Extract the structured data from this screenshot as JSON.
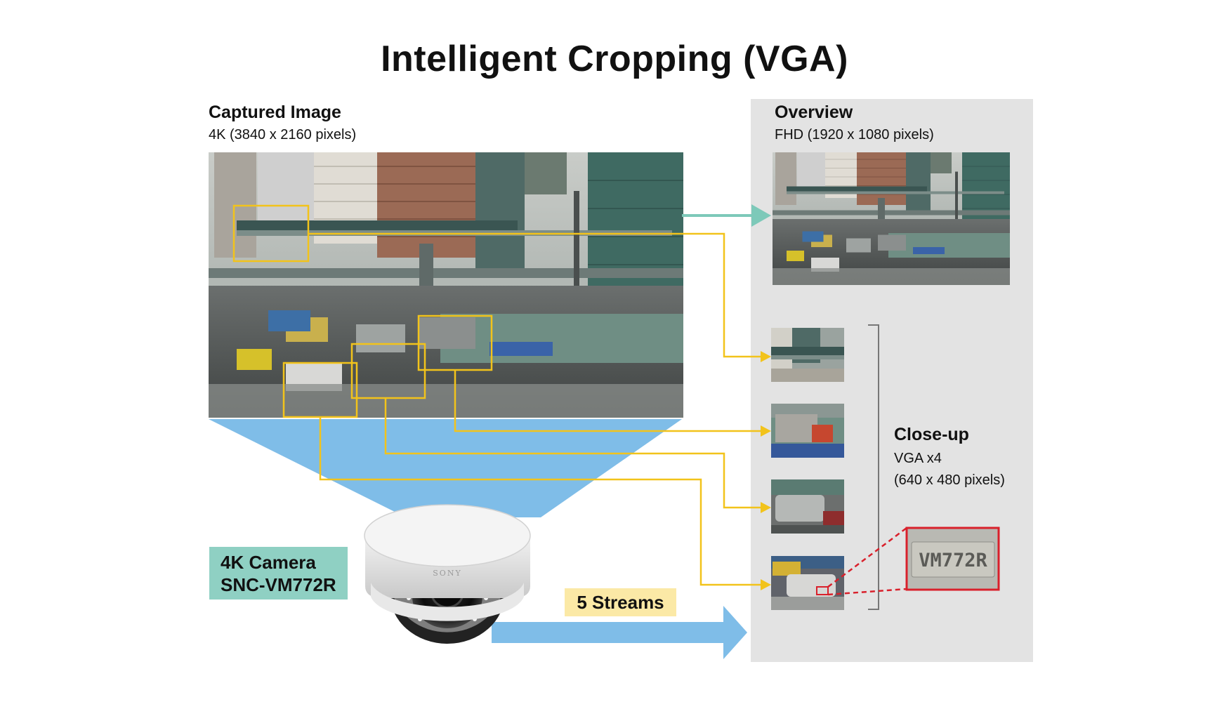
{
  "title": "Intelligent Cropping (VGA)",
  "captured": {
    "heading": "Captured Image",
    "resolution": "4K (3840 x 2160 pixels)"
  },
  "overview": {
    "heading": "Overview",
    "resolution": "FHD (1920 x 1080 pixels)"
  },
  "closeup": {
    "heading": "Close-up",
    "count": "VGA x4",
    "resolution": "(640 x 480 pixels)"
  },
  "camera": {
    "line1": "4K Camera",
    "line2": "SNC-VM772R",
    "brand": "SONY"
  },
  "streams": {
    "label": "5 Streams"
  },
  "plate_text": "VM772R",
  "colors": {
    "crop_box": "#f2c31b",
    "overview_arrow": "#7dc9b9",
    "stream_arrow": "#7fbde8",
    "camera_label_bg": "#8fd0c3",
    "streams_label_bg": "#fbe9a6",
    "panel_bg": "#e3e3e3",
    "zoom_red": "#d9202b"
  }
}
